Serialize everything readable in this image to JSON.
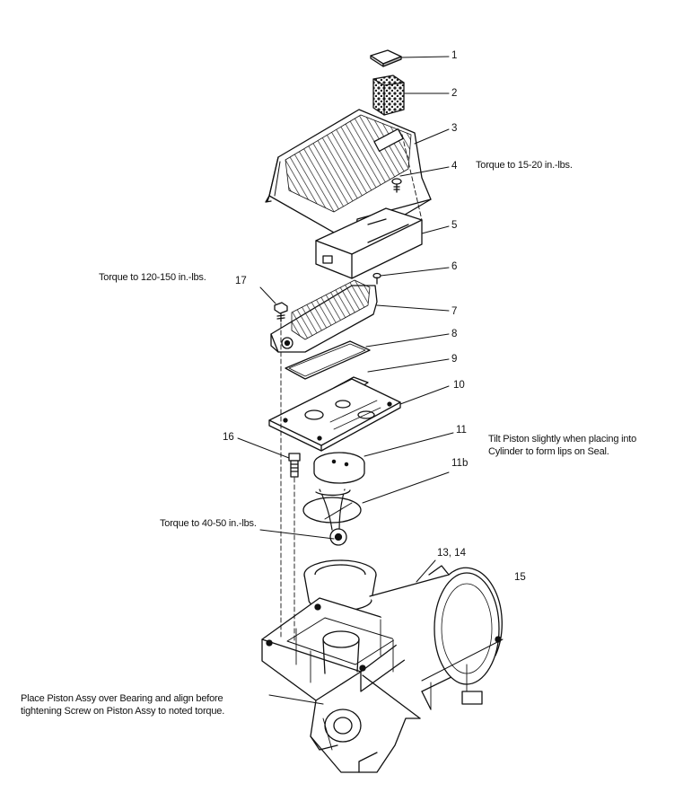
{
  "parts": {
    "p1": "1",
    "p2": "2",
    "p3": "3",
    "p4": "4",
    "p5": "5",
    "p6": "6",
    "p7": "7",
    "p8": "8",
    "p9": "9",
    "p10": "10",
    "p11": "11",
    "p11b": "11b",
    "p1314": "13, 14",
    "p15": "15",
    "p16": "16",
    "p17": "17"
  },
  "notes": {
    "torque_cover": "Torque to 15-20 in.-lbs.",
    "torque_head": "Torque to 120-150 in.-lbs.",
    "tilt_piston_1": "Tilt Piston slightly when placing into",
    "tilt_piston_2": "Cylinder to form lips on Seal.",
    "torque_piston": "Torque to 40-50 in.-lbs.",
    "place_piston_1": "Place Piston Assy over Bearing and align before",
    "place_piston_2": "tightening Screw on Piston Assy to noted torque."
  }
}
